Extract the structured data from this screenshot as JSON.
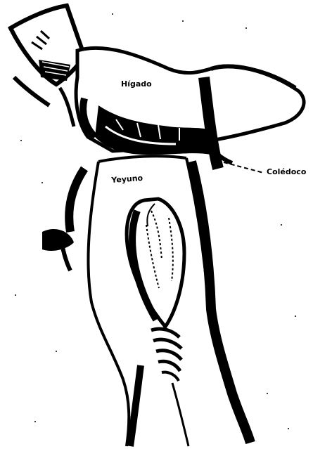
{
  "labels": {
    "higado": "Hígado",
    "yeyuno": "Yeyuno",
    "coledoco": "Colédoco"
  },
  "colors": {
    "ink": "#000000",
    "paper": "#ffffff"
  }
}
